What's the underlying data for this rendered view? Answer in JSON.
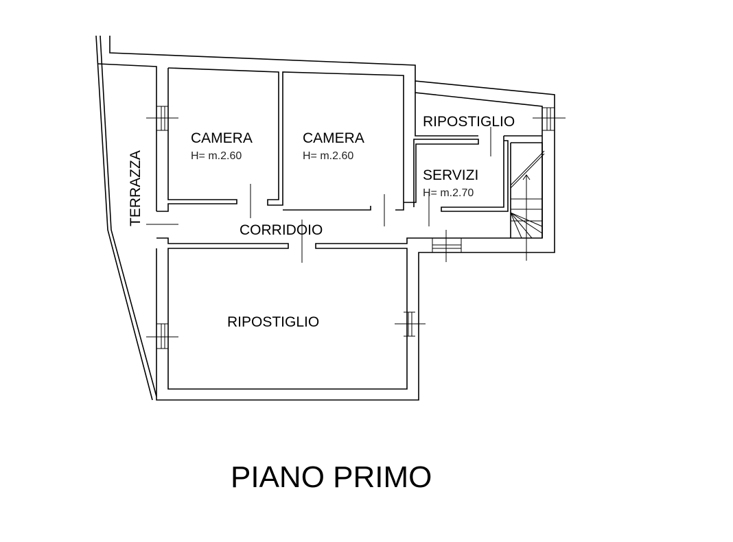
{
  "plan": {
    "title": "PIANO PRIMO",
    "rooms": {
      "camera_1": {
        "label": "CAMERA",
        "height": "H= m.2.60"
      },
      "camera_2": {
        "label": "CAMERA",
        "height": "H= m.2.60"
      },
      "ripostiglio_small": {
        "label": "RIPOSTIGLIO"
      },
      "servizi": {
        "label": "SERVIZI",
        "height": "H= m.2.70"
      },
      "corridoio": {
        "label": "CORRIDOIO"
      },
      "ripostiglio_large": {
        "label": "RIPOSTIGLIO"
      },
      "terrazza": {
        "label": "TERRAZZA"
      }
    }
  }
}
